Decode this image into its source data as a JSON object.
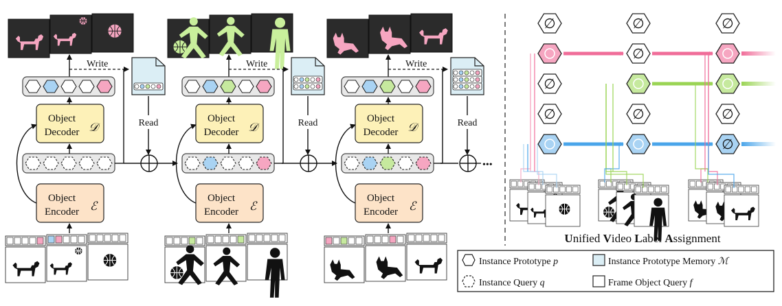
{
  "colors": {
    "encoder": "#fde3c8",
    "decoder": "#fdf1b8",
    "memory": "#dbeef5",
    "pink": "#f6a6c1",
    "blue": "#a9d3f3",
    "green": "#c6e99e",
    "pink_arrow": "#f06d99",
    "green_arrow": "#9ad454",
    "blue_arrow": "#4aa5ea"
  },
  "pipeline": {
    "encoder_label": [
      "Object",
      "Encoder"
    ],
    "encoder_symbol": "ℰ",
    "decoder_label": [
      "Object",
      "Decoder"
    ],
    "decoder_symbol": "𝒟",
    "write_label": "Write",
    "read_label": "Read",
    "continuation": "•••",
    "stages": [
      {
        "id": "stage-1",
        "prototypes": [
          "",
          "blue",
          "",
          "",
          "pink"
        ],
        "queries": [
          "",
          "",
          "",
          "",
          ""
        ],
        "scene": "dog-basketball"
      },
      {
        "id": "stage-2",
        "prototypes": [
          "",
          "blue",
          "green",
          "",
          "pink"
        ],
        "queries": [
          "",
          "blue",
          "",
          "",
          "pink"
        ],
        "scene": "person-basketball"
      },
      {
        "id": "stage-3",
        "prototypes": [
          "",
          "blue",
          "green",
          "",
          "pink"
        ],
        "queries": [
          "",
          "blue",
          "green",
          "",
          "pink"
        ],
        "scene": "dog-kitten"
      }
    ]
  },
  "assignment": {
    "title": "Unified Video Label Assignment",
    "empty_symbol": "∅"
  },
  "legend": {
    "instance_prototype": "Instance Prototype",
    "instance_prototype_symbol": "p",
    "prototype_memory": "Instance Prototype Memory",
    "prototype_memory_symbol": "ℳ",
    "instance_query": "Instance Query",
    "instance_query_symbol": "q",
    "frame_query": "Frame Object Query",
    "frame_query_symbol": "f"
  }
}
